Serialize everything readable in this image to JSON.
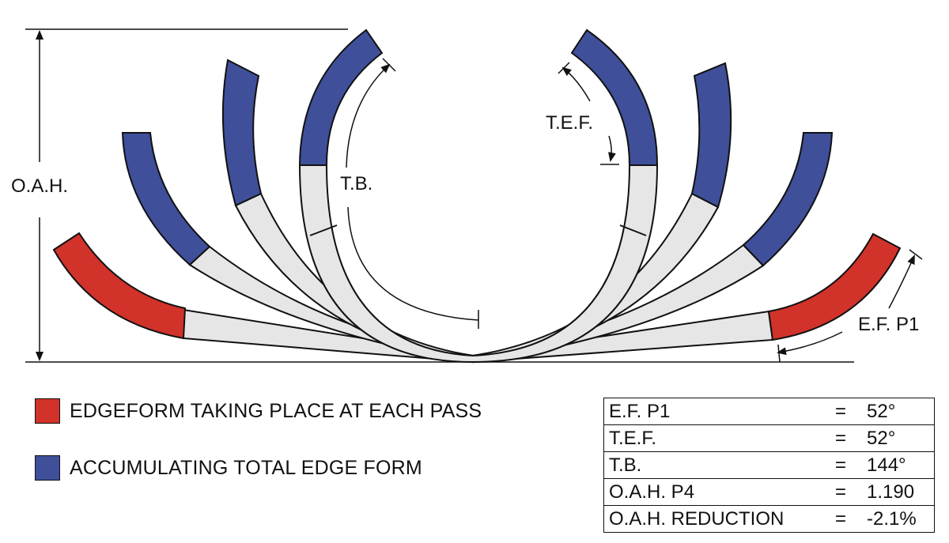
{
  "diagram": {
    "labels": {
      "oah": "O.A.H.",
      "tb": "T.B.",
      "tef": "T.E.F.",
      "efp1": "E.F. P1"
    },
    "colors": {
      "edgeform": "#d1322a",
      "accumulating": "#3f4f9a",
      "formed": "#e6e6e6",
      "outline": "#111111"
    }
  },
  "legend": [
    {
      "label": "EDGEFORM TAKING PLACE AT EACH PASS",
      "color": "#d1322a"
    },
    {
      "label": "ACCUMULATING TOTAL EDGE FORM",
      "color": "#3f4f9a"
    }
  ],
  "stats": [
    {
      "label": "E.F. P1",
      "eq": "=",
      "value": "52°"
    },
    {
      "label": "T.E.F.",
      "eq": "=",
      "value": "52°"
    },
    {
      "label": "T.B.",
      "eq": "=",
      "value": "144°"
    },
    {
      "label": "O.A.H. P4",
      "eq": "=",
      "value": "1.190"
    },
    {
      "label": "O.A.H. REDUCTION",
      "eq": "=",
      "value": "-2.1%"
    }
  ]
}
